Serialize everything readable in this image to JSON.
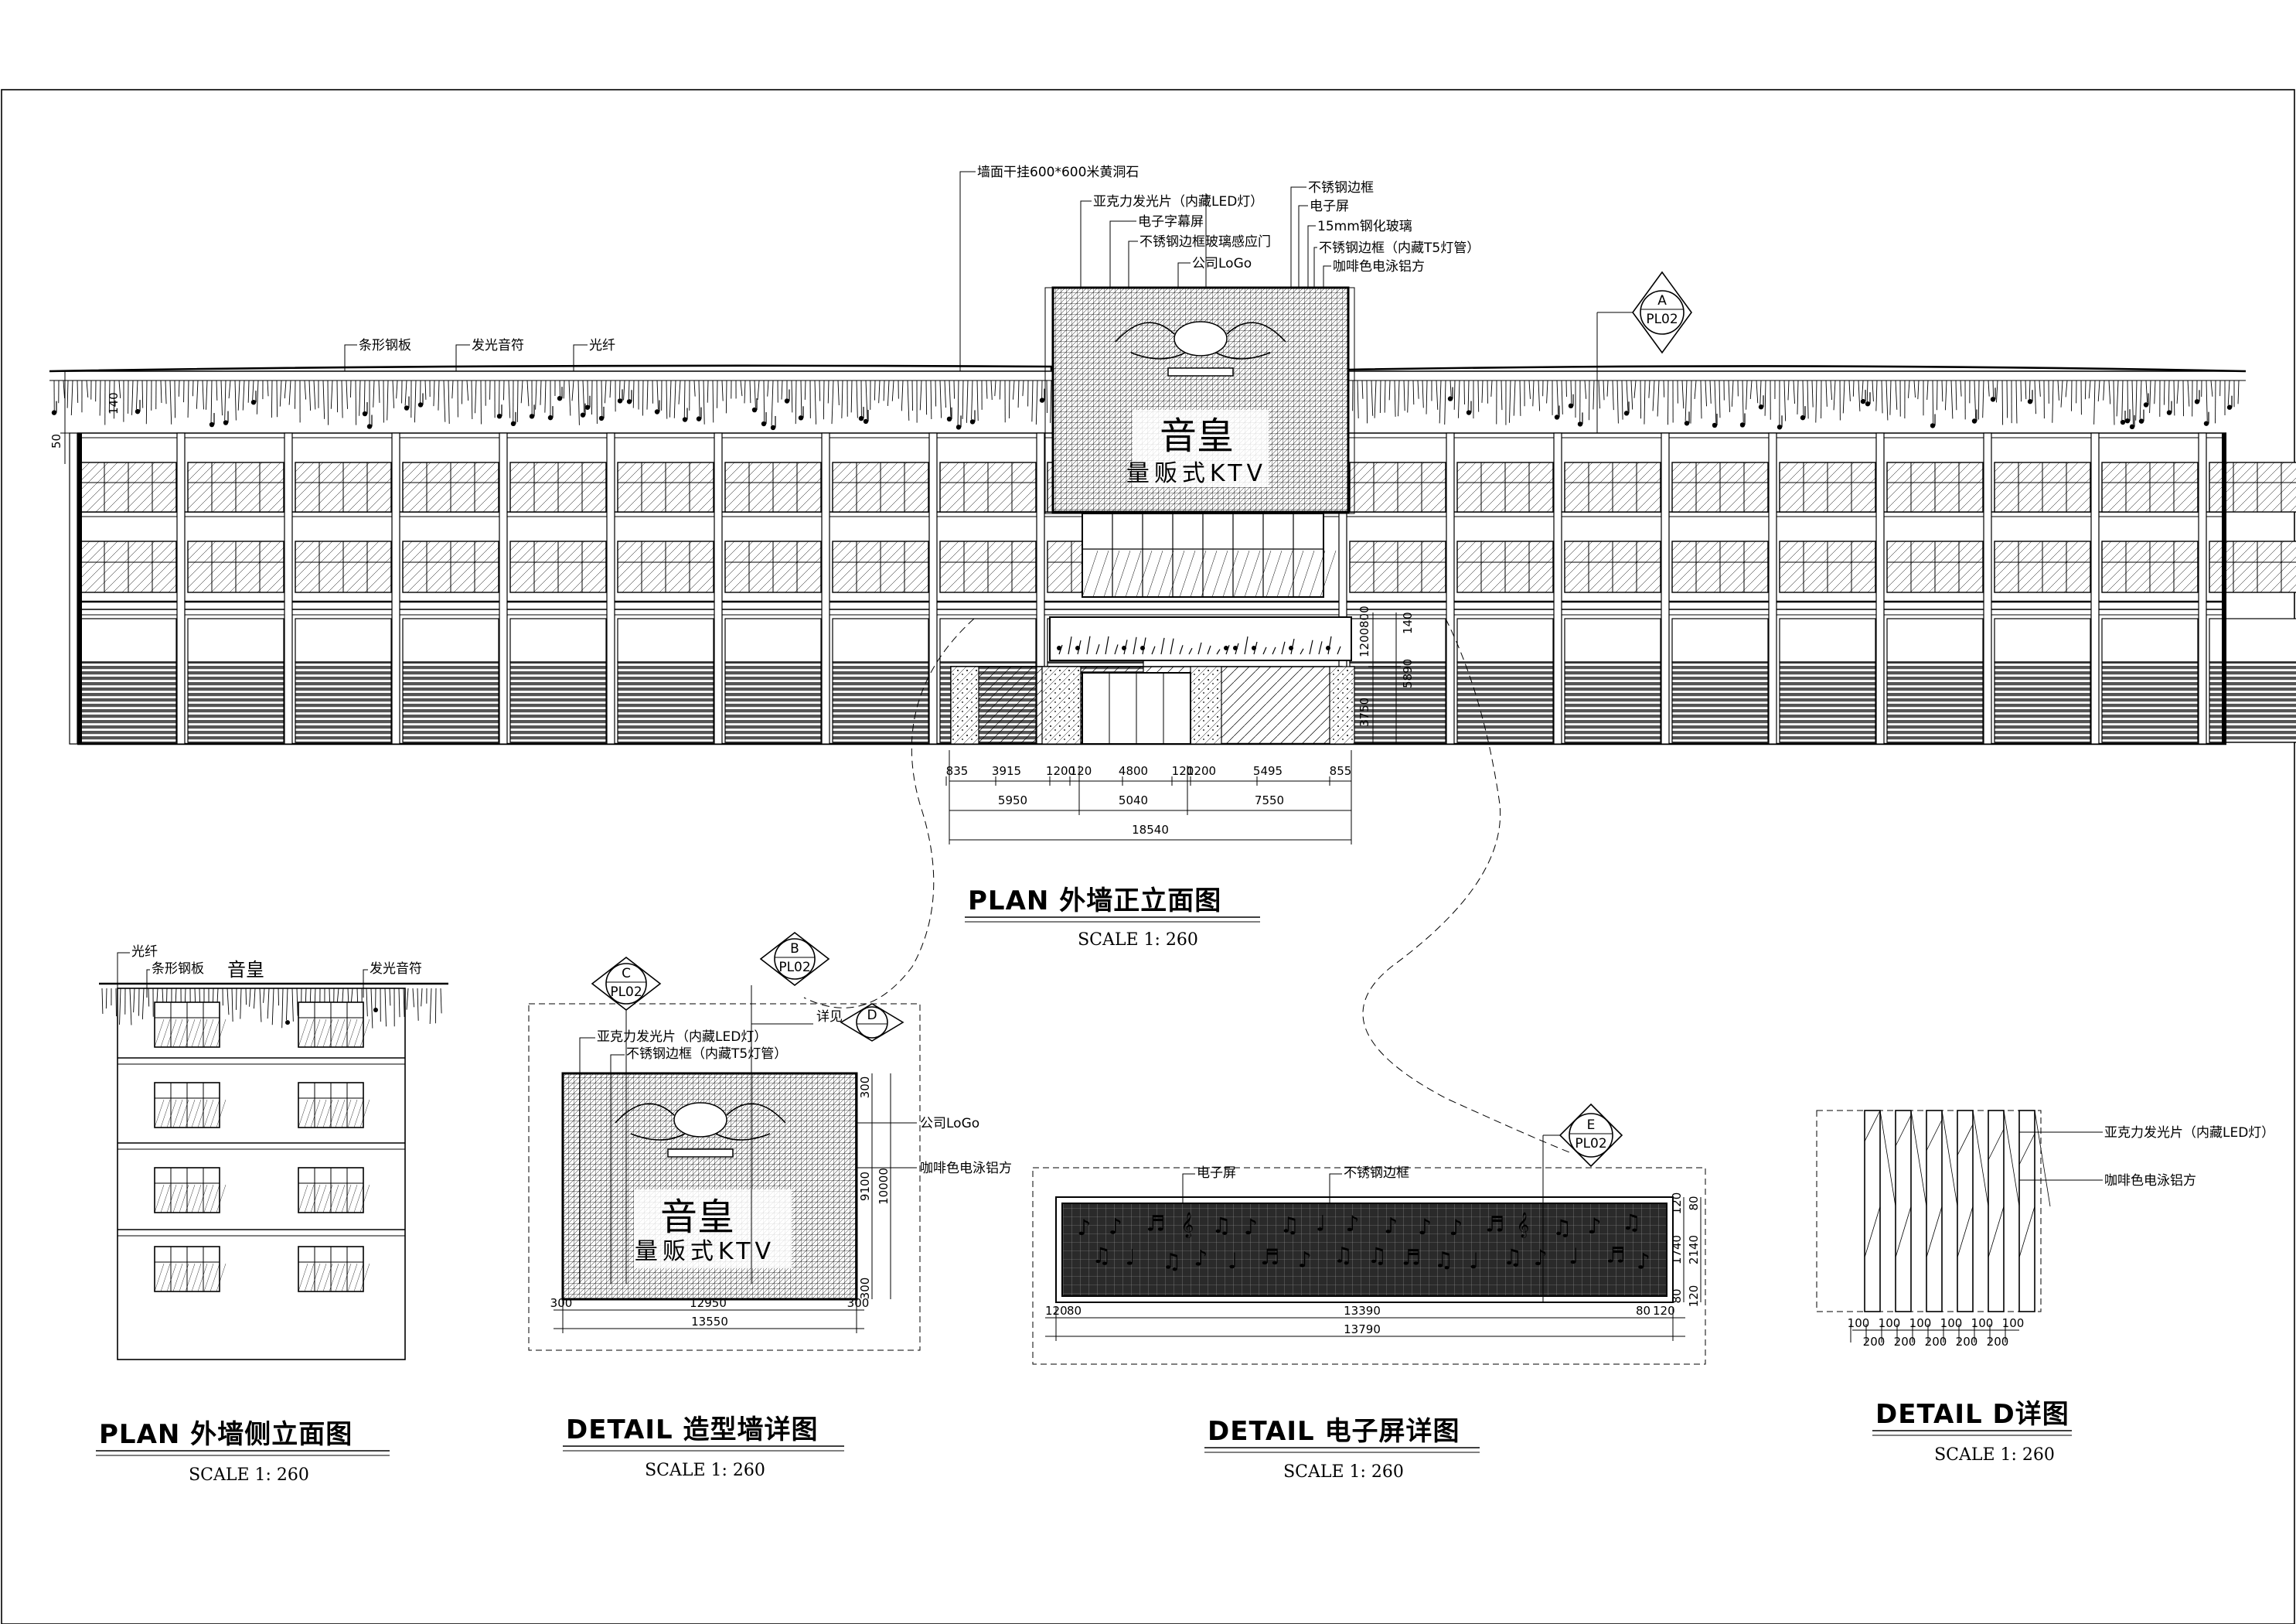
{
  "views": {
    "front": {
      "title": "PLAN  外墙正立面图",
      "scale": "SCALE 1: 260",
      "sign": {
        "main": "音皇",
        "sub": "量贩式KTV"
      },
      "callouts_top": [
        "墙面干挂600*600米黄洞石",
        "亚克力发光片（内藏LED灯）",
        "电子字幕屏",
        "不锈钢边框玻璃感应门",
        "公司LoGo"
      ],
      "callouts_right": [
        "不锈钢边框",
        "电子屏",
        "15mm钢化玻璃",
        "不锈钢边框（内藏T5灯管）",
        "咖啡色电泳铝方"
      ],
      "callouts_left": [
        "条形钢板",
        "发光音符",
        "光纤"
      ],
      "ref_tag": {
        "letter": "A",
        "sheet": "PL02"
      },
      "dims_row1": [
        "835",
        "3915",
        "1200",
        "120",
        "4800",
        "120",
        "1200",
        "5495",
        "855"
      ],
      "dims_row2": [
        "5950",
        "5040",
        "7550"
      ],
      "dims_total": "18540",
      "dims_right": [
        "3750",
        "5890",
        "1200",
        "800",
        "140"
      ],
      "dims_left": [
        "50",
        "140"
      ]
    },
    "side": {
      "title": "PLAN  外墙侧立面图",
      "scale": "SCALE 1: 260",
      "sign": "音皇",
      "callouts": [
        "光纤",
        "条形钢板",
        "发光音符"
      ]
    },
    "feature_wall": {
      "title": "DETAIL 造型墙详图",
      "scale": "SCALE 1: 260",
      "sign": {
        "main": "音皇",
        "sub": "量贩式KTV"
      },
      "callouts": [
        "亚克力发光片（内藏LED灯）",
        "不锈钢边框（内藏T5灯管）",
        "详见"
      ],
      "side_notes": [
        "公司LoGo",
        "咖啡色电泳铝方"
      ],
      "tags": [
        {
          "letter": "C",
          "sheet": "PL02"
        },
        {
          "letter": "B",
          "sheet": "PL02"
        },
        {
          "letter": "D",
          "sheet": ""
        }
      ],
      "dims_bottom": [
        "300",
        "12950",
        "300"
      ],
      "dims_total": "13550",
      "dims_right": [
        "300",
        "9100",
        "10000",
        "300"
      ]
    },
    "screen": {
      "title": "DETAIL 电子屏详图",
      "scale": "SCALE 1: 260",
      "callouts": [
        "电子屏",
        "不锈钢边框"
      ],
      "tag": {
        "letter": "E",
        "sheet": "PL02"
      },
      "dims_bottom": [
        "120",
        "80",
        "13390",
        "80",
        "120"
      ],
      "dims_total": "13790",
      "dims_right": [
        "120",
        "80",
        "1740",
        "2140",
        "80",
        "120"
      ]
    },
    "detail_d": {
      "title": "DETAIL  D详图",
      "scale": "SCALE 1: 260",
      "callouts": [
        "亚克力发光片（内藏LED灯）",
        "咖啡色电泳铝方"
      ],
      "dims": [
        "100",
        "200",
        "100",
        "200",
        "100",
        "200",
        "100",
        "200",
        "100",
        "200",
        "100"
      ]
    }
  }
}
